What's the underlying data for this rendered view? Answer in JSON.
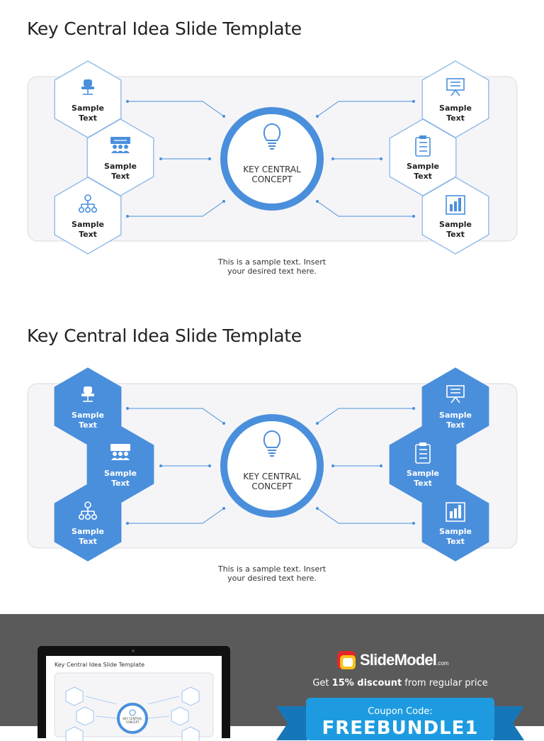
{
  "slides": [
    {
      "title": "Key Central Idea Slide Template",
      "style": "outline",
      "center_label_line1": "KEY CENTRAL",
      "center_label_line2": "CONCEPT",
      "caption_line1": "This is a sample text. Insert",
      "caption_line2": "your desired text here.",
      "nodes": [
        {
          "icon": "chair-icon",
          "line1": "Sample",
          "line2": "Text"
        },
        {
          "icon": "presentation-audience-icon",
          "line1": "Sample",
          "line2": "Text"
        },
        {
          "icon": "org-chart-icon",
          "line1": "Sample",
          "line2": "Text"
        },
        {
          "icon": "presentation-board-icon",
          "line1": "Sample",
          "line2": "Text"
        },
        {
          "icon": "clipboard-icon",
          "line1": "Sample",
          "line2": "Text"
        },
        {
          "icon": "bar-chart-icon",
          "line1": "Sample",
          "line2": "Text"
        }
      ]
    },
    {
      "title": "Key Central Idea Slide Template",
      "style": "filled",
      "center_label_line1": "KEY CENTRAL",
      "center_label_line2": "CONCEPT",
      "caption_line1": "This is a sample text. Insert",
      "caption_line2": "your desired text here.",
      "nodes": [
        {
          "icon": "chair-icon",
          "line1": "Sample",
          "line2": "Text"
        },
        {
          "icon": "presentation-audience-icon",
          "line1": "Sample",
          "line2": "Text"
        },
        {
          "icon": "org-chart-icon",
          "line1": "Sample",
          "line2": "Text"
        },
        {
          "icon": "presentation-board-icon",
          "line1": "Sample",
          "line2": "Text"
        },
        {
          "icon": "clipboard-icon",
          "line1": "Sample",
          "line2": "Text"
        },
        {
          "icon": "bar-chart-icon",
          "line1": "Sample",
          "line2": "Text"
        }
      ]
    }
  ],
  "promo": {
    "preview_title": "Key Central Idea Slide Template",
    "brand": "SlideModel",
    "brand_suffix": ".com",
    "discount_prefix": "Get ",
    "discount_bold": "15% discount",
    "discount_suffix": " from regular price",
    "coupon_label": "Coupon Code:",
    "coupon_code": "FREEBUNDLE1"
  },
  "colors": {
    "accent": "#4a8fdc",
    "accent_dark": "#3a7ccc",
    "panel": "#f5f5f7",
    "panel_border": "#dcdce2",
    "promo_bg": "#5a5a5a",
    "ribbon": "#1e9be0",
    "brand_red": "#e4262a",
    "brand_yellow": "#f7c21b"
  }
}
